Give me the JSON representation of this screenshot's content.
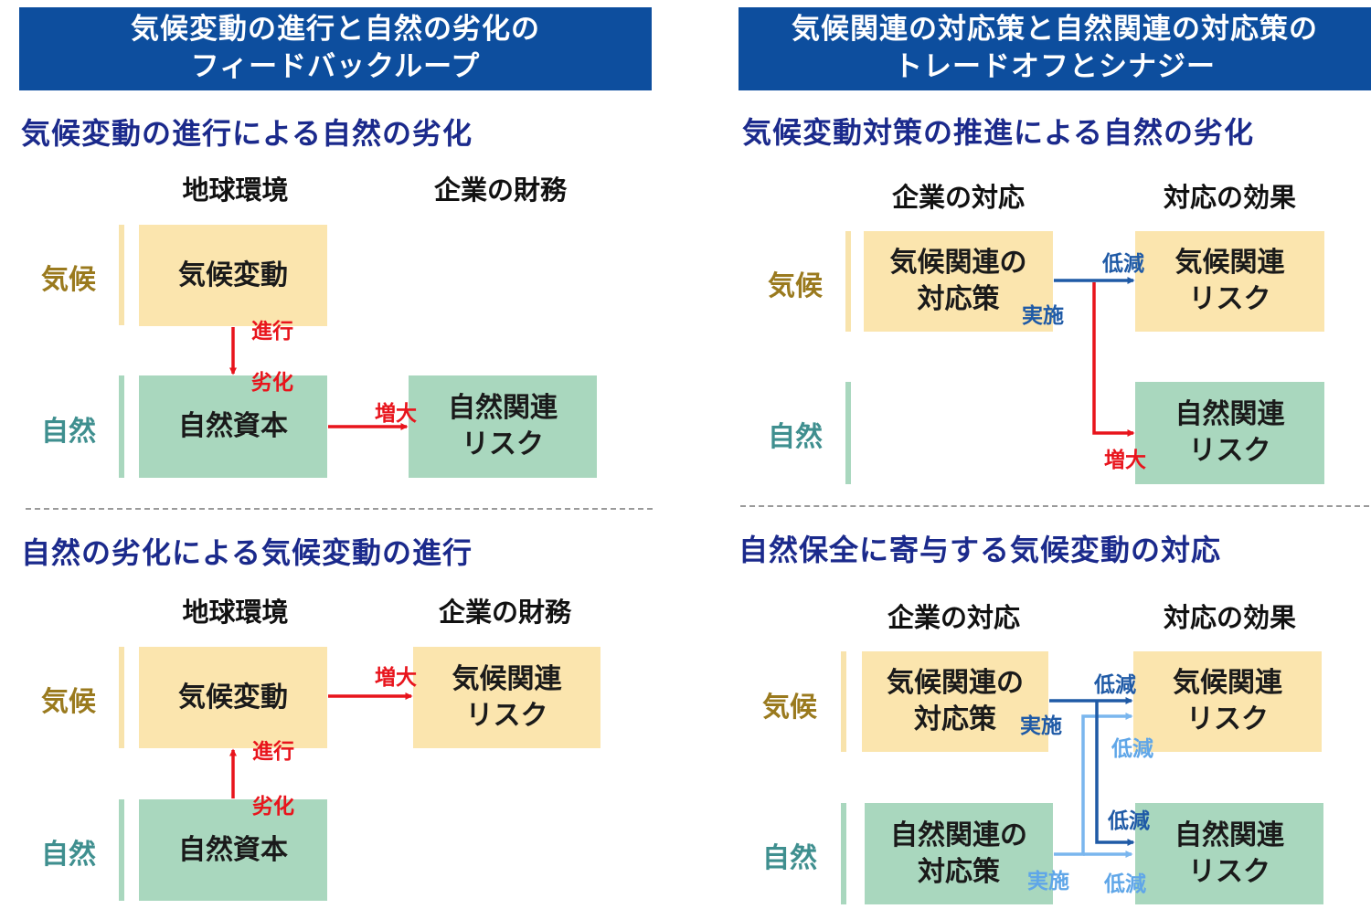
{
  "left": {
    "header": [
      "気候変動の進行と自然の劣化の",
      "フィードバックループ"
    ],
    "top": {
      "subtitle": "気候変動の進行による自然の劣化",
      "col_heads": [
        "地球環境",
        "企業の財務"
      ],
      "row_labels": [
        "気候",
        "自然"
      ],
      "boxes": {
        "climate_change": "気候変動",
        "natural_capital": "自然資本",
        "nature_risk": [
          "自然関連",
          "リスク"
        ]
      },
      "labels": {
        "progress": "進行",
        "degrade": "劣化",
        "increase": "増大"
      }
    },
    "bottom": {
      "subtitle": "自然の劣化による気候変動の進行",
      "col_heads": [
        "地球環境",
        "企業の財務"
      ],
      "row_labels": [
        "気候",
        "自然"
      ],
      "boxes": {
        "climate_change": "気候変動",
        "natural_capital": "自然資本",
        "climate_risk": [
          "気候関連",
          "リスク"
        ]
      },
      "labels": {
        "progress": "進行",
        "degrade": "劣化",
        "increase": "増大"
      }
    }
  },
  "right": {
    "header": [
      "気候関連の対応策と自然関連の対応策の",
      "トレードオフとシナジー"
    ],
    "top": {
      "subtitle": "気候変動対策の推進による自然の劣化",
      "col_heads": [
        "企業の対応",
        "対応の効果"
      ],
      "row_labels": [
        "気候",
        "自然"
      ],
      "boxes": {
        "climate_measures": [
          "気候関連の",
          "対応策"
        ],
        "climate_risk": [
          "気候関連",
          "リスク"
        ],
        "nature_risk": [
          "自然関連",
          "リスク"
        ]
      },
      "labels": {
        "implement": "実施",
        "reduce": "低減",
        "increase": "増大"
      }
    },
    "bottom": {
      "subtitle": "自然保全に寄与する気候変動の対応",
      "col_heads": [
        "企業の対応",
        "対応の効果"
      ],
      "row_labels": [
        "気候",
        "自然"
      ],
      "boxes": {
        "climate_measures": [
          "気候関連の",
          "対応策"
        ],
        "nature_measures": [
          "自然関連の",
          "対応策"
        ],
        "climate_risk": [
          "気候関連",
          "リスク"
        ],
        "nature_risk": [
          "自然関連",
          "リスク"
        ]
      },
      "labels": {
        "implement_climate": "実施",
        "implement_nature": "実施",
        "reduce_1": "低減",
        "reduce_2": "低減",
        "reduce_3": "低減",
        "reduce_4": "低減"
      }
    }
  },
  "colors": {
    "header_bg": "#0d4e9e",
    "subtitle": "#1b2a8c",
    "climate_box": "#fbe5ae",
    "nature_box": "#a9d7be",
    "climate_label": "#9a7a1e",
    "nature_label": "#3f8f8f",
    "red_arrow": "#e8141c",
    "navy_arrow": "#1f5aa6",
    "light_arrow": "#7ab6ee"
  }
}
